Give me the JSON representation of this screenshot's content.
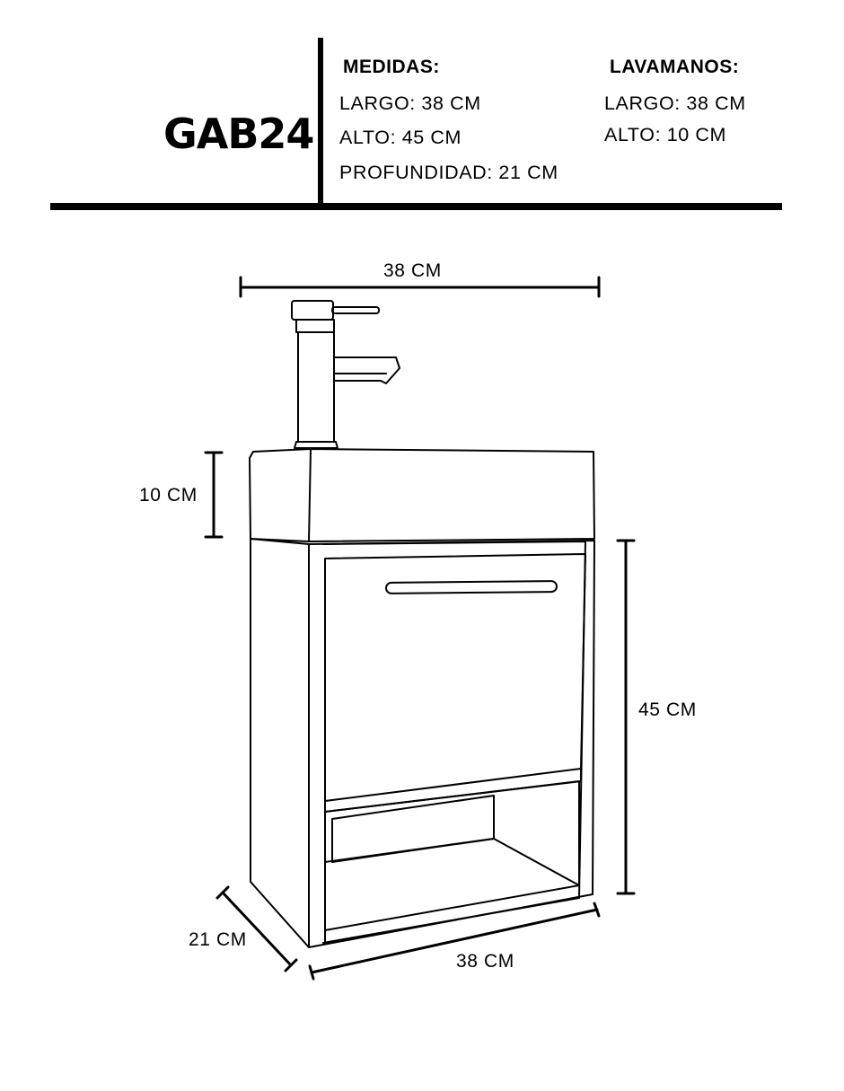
{
  "header": {
    "model": "GAB24",
    "medidas": {
      "title": "MEDIDAS:",
      "largo": "LARGO: 38 CM",
      "alto": "ALTO: 45 CM",
      "profundidad": "PROFUNDIDAD: 21 CM"
    },
    "lavamanos": {
      "title": "LAVAMANOS:",
      "largo": "LARGO: 38 CM",
      "alto": "ALTO: 10 CM"
    }
  },
  "drawing": {
    "dim_top_width": "38 CM",
    "dim_basin_height": "10 CM",
    "dim_cabinet_height": "45 CM",
    "dim_depth": "21 CM",
    "dim_bottom_width": "38 CM"
  }
}
